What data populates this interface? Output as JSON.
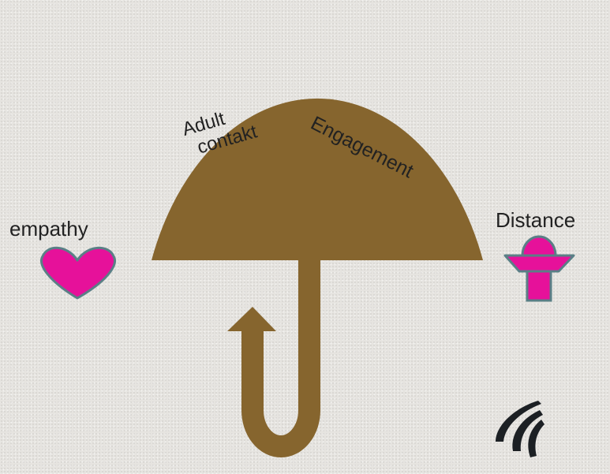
{
  "labels": {
    "canopy_left_line1": "Adult",
    "canopy_left_line2": "contakt",
    "canopy_right": "Engagement",
    "left": "empathy",
    "right": "Distance"
  },
  "colors": {
    "umbrella": "#86652e",
    "accent_pink": "#e6119a",
    "icon_outline": "#5a7f86",
    "logo": "#1c2024",
    "text": "#222222"
  },
  "icons": [
    "umbrella-icon",
    "heart-icon",
    "lamp-icon",
    "university-logo-icon"
  ]
}
